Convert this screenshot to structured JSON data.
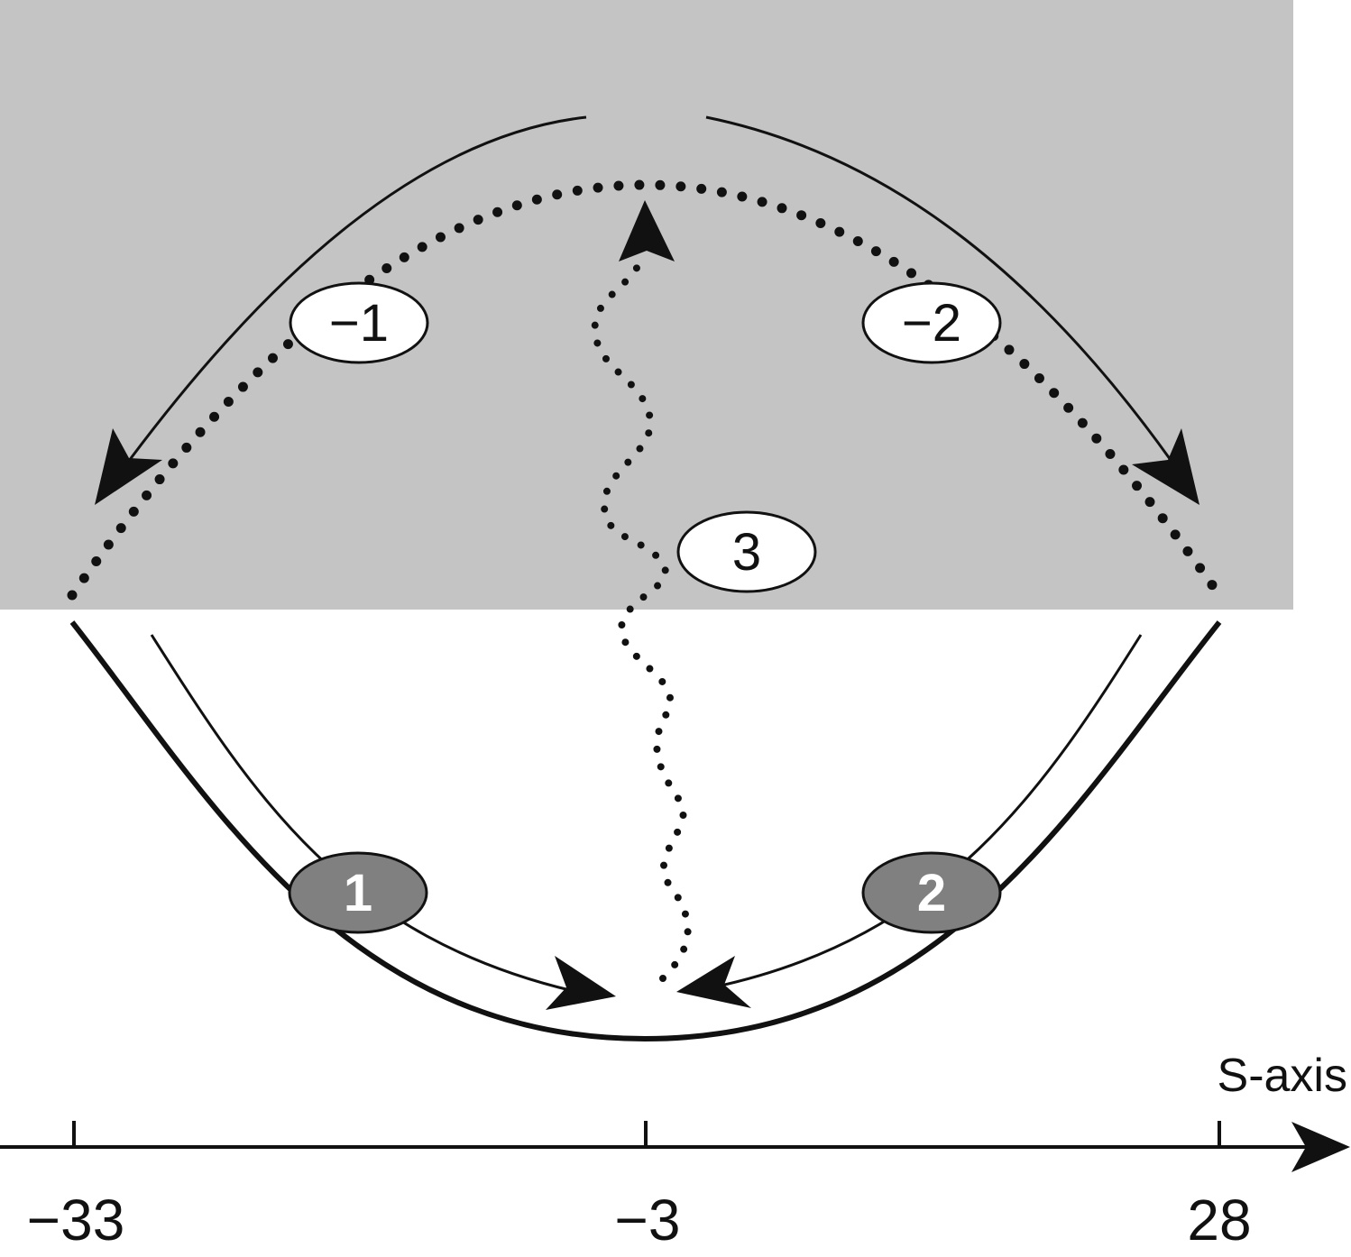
{
  "colors": {
    "region": "#c4c4c4",
    "ink": "#111111",
    "node_light": "#ffffff",
    "node_dark": "#808080"
  },
  "nodes": {
    "n_minus1": "−1",
    "n_minus2": "−2",
    "n3": "3",
    "n1": "1",
    "n2": "2"
  },
  "axis": {
    "label": "S-axis",
    "ticks": [
      "−33",
      "−3",
      "28"
    ]
  }
}
